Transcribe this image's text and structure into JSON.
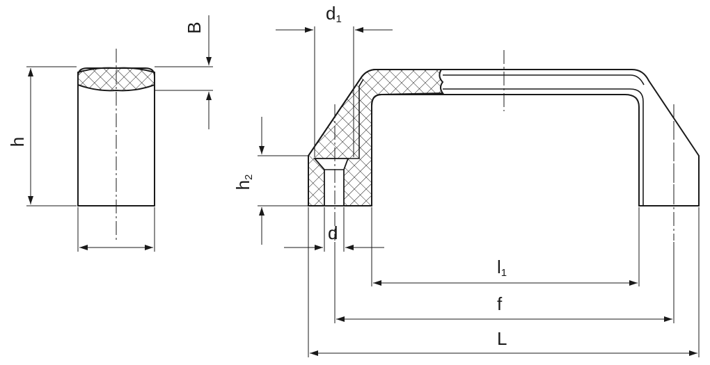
{
  "labels": {
    "B": "B",
    "h": "h",
    "d1": {
      "base": "d",
      "sub": "1"
    },
    "h2": {
      "base": "h",
      "sub": "2"
    },
    "d": "d",
    "l1": {
      "base": "l",
      "sub": "1"
    },
    "f": "f",
    "L": "L"
  },
  "colors": {
    "stroke": "#1a1a1a",
    "hatch": "#1a1a1a",
    "background": "#ffffff"
  }
}
